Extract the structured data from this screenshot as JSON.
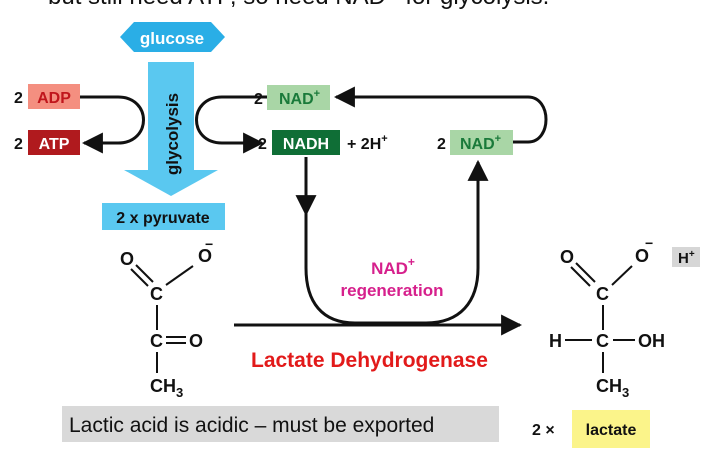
{
  "header_partial": "but still need ATP, so need NAD⁺ for glycolysis.",
  "glucose_label": "glucose",
  "glycolysis_label": "glycolysis",
  "pyruvate_label": "2 x pyruvate",
  "coef_2": "2",
  "adp_label": "ADP",
  "atp_label": "ATP",
  "nad_label": "NAD",
  "nadh_label": "NADH",
  "plus_label": "+",
  "two_h_label": "+ 2H",
  "regen_nad": "NAD",
  "regen_text": "regeneration",
  "enzyme_label": "Lactate Dehydrogenase",
  "note_text": "Lactic acid is acidic – must be exported",
  "lactate_coef": "2 ×",
  "lactate_label": "lactate",
  "h_plus_badge": "H",
  "chem": {
    "O": "O",
    "C": "C",
    "H": "H",
    "OH": "OH",
    "CH": "CH",
    "sub3": "3",
    "minus": "−",
    "dbl_bond": "═"
  },
  "colors": {
    "glucose_blue": "#2aaee6",
    "arrow_blue": "#5ac8f0",
    "adp_bg": "#f48f80",
    "adp_text": "#c0161c",
    "atp_bg": "#b01a1e",
    "nad_bg": "#a9d6a6",
    "nad_text": "#1a7a3a",
    "nadh_bg": "#0f6e36",
    "regen_magenta": "#d6208c",
    "enzyme_red": "#e21a1a",
    "note_bg": "#d9d9d9",
    "lactate_bg": "#fbf48a",
    "badge_bg": "#d6d6d6"
  }
}
